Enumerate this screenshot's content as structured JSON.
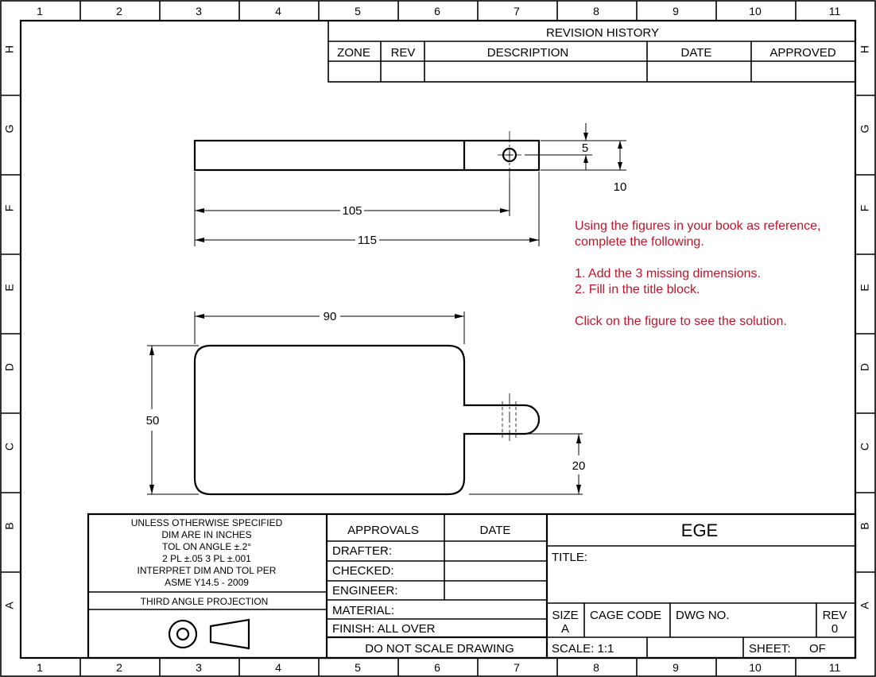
{
  "border": {
    "columns_top": [
      "1",
      "2",
      "3",
      "4",
      "5",
      "6",
      "7",
      "8",
      "9",
      "10",
      "11"
    ],
    "columns_bottom": [
      "1",
      "2",
      "3",
      "4",
      "5",
      "6",
      "7",
      "8",
      "9",
      "10",
      "11"
    ],
    "rows": [
      "H",
      "G",
      "F",
      "E",
      "D",
      "C",
      "B",
      "A"
    ]
  },
  "revision_history": {
    "title": "REVISION HISTORY",
    "headers": [
      "ZONE",
      "REV",
      "DESCRIPTION",
      "DATE",
      "APPROVED"
    ]
  },
  "dimensions": {
    "d5": "5",
    "d10": "10",
    "d105": "105",
    "d115": "115",
    "d90": "90",
    "d50": "50",
    "d20": "20"
  },
  "instructions": {
    "line1": "Using the figures in your book as reference,",
    "line2": "complete the following.",
    "item1": "1. Add the 3 missing dimensions.",
    "item2": "2. Fill in the title block.",
    "line3": "Click on the figure to see the solution."
  },
  "title_block": {
    "notes": [
      "UNLESS OTHERWISE SPECIFIED",
      "DIM ARE IN INCHES",
      "TOL ON ANGLE ±.2°",
      "2 PL ±.05  3 PL ±.001",
      "INTERPRET DIM AND TOL PER",
      "ASME Y14.5 - 2009"
    ],
    "projection": "THIRD ANGLE PROJECTION",
    "approvals": "APPROVALS",
    "date": "DATE",
    "drafter": "DRAFTER:",
    "checked": "CHECKED:",
    "engineer": "ENGINEER:",
    "material": "MATERIAL:",
    "finish": "FINISH:  ALL OVER",
    "do_not_scale": "DO NOT SCALE DRAWING",
    "company": "EGE",
    "title": "TITLE:",
    "size_label": "SIZE",
    "size_value": "A",
    "cage_code": "CAGE CODE",
    "dwg_no": "DWG NO.",
    "rev_label": "REV",
    "rev_value": "0",
    "scale": "SCALE:  1:1",
    "sheet": "SHEET:",
    "of": "OF"
  }
}
